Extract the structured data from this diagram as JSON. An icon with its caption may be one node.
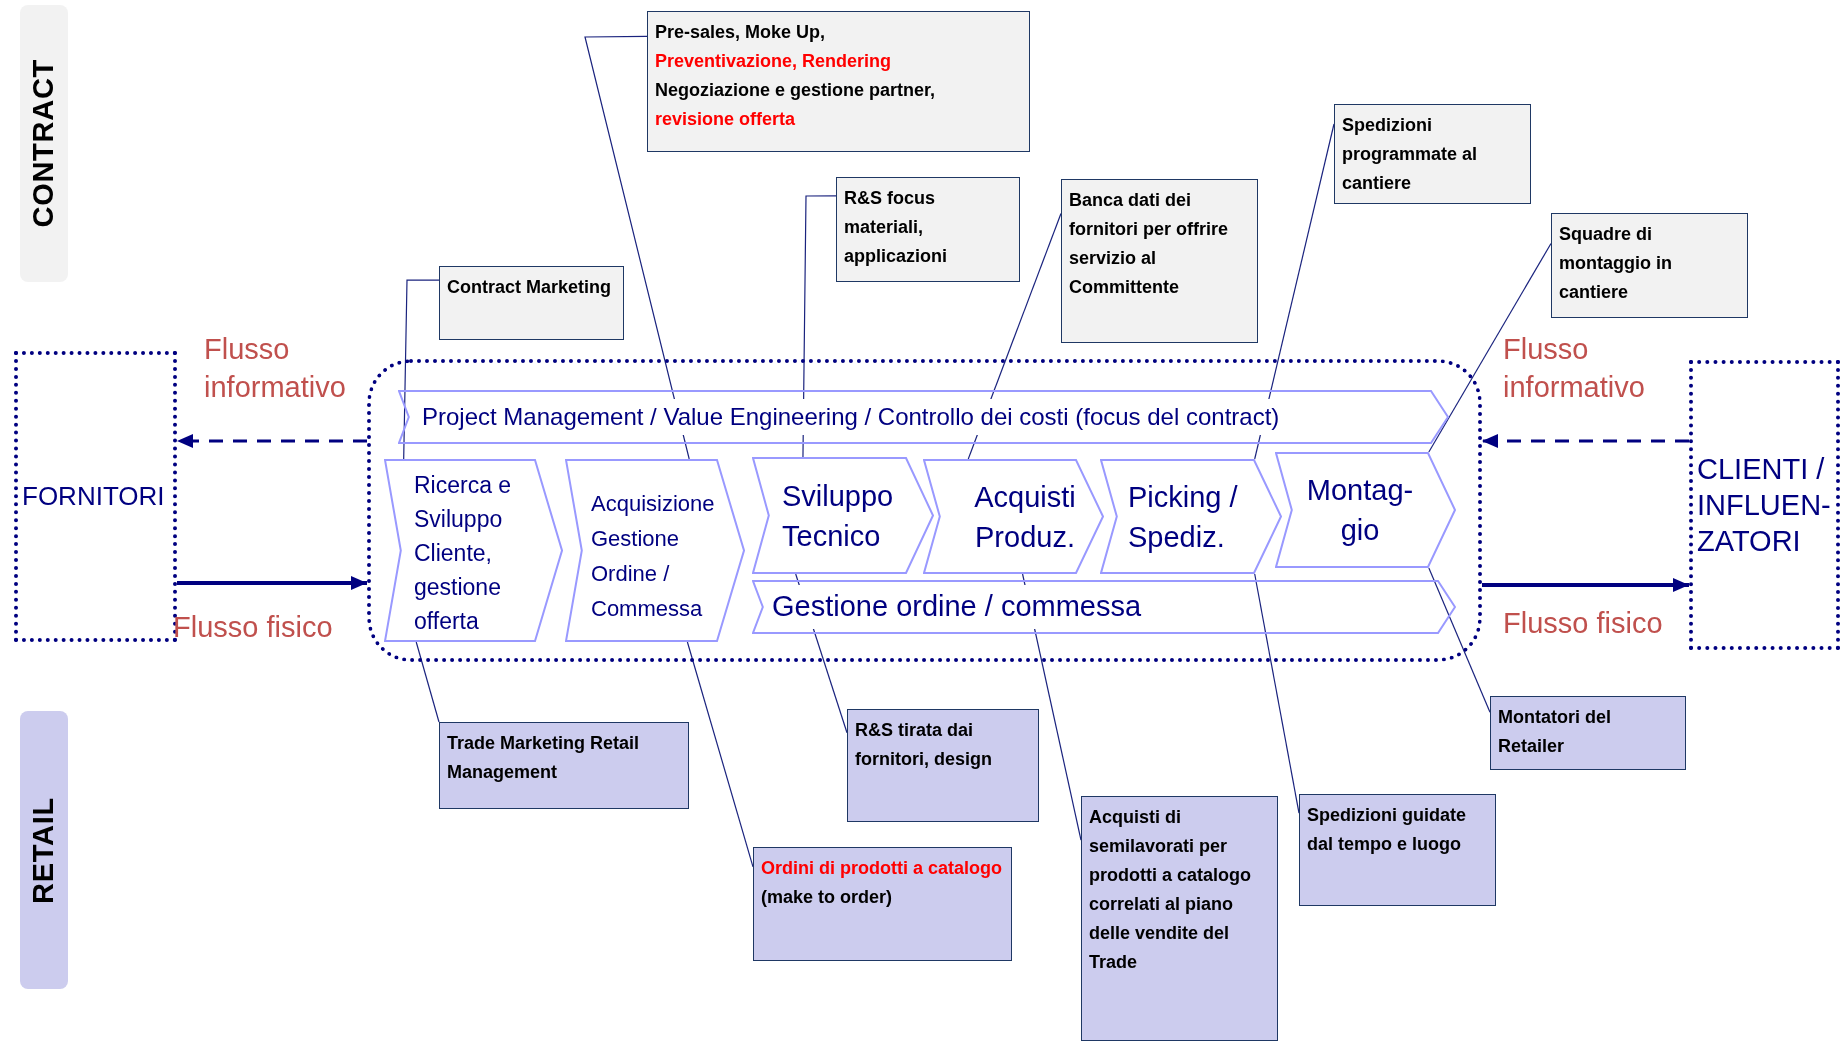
{
  "diagram": {
    "nodes": [
      {
        "text": [
          "CONTRACT"
        ]
      },
      {
        "text": [
          "RETAIL"
        ]
      },
      {
        "text": [
          "FORNITORI"
        ]
      },
      {
        "text": [
          "CLIENTI / INFLUEN- ZATORI"
        ]
      },
      {
        "text": [],
        "shape": "box"
      },
      {
        "text": [
          "Project Management / Value Engineering / Controllo dei costi (focus del contract)"
        ],
        "in": 4
      },
      {
        "text": [
          "Ricerca e Sviluppo Cliente, gestione offerta"
        ],
        "in": 4
      },
      {
        "text": [
          "Acquisizione Gestione Ordine / Commessa"
        ],
        "in": 4
      },
      {
        "text": [
          "Sviluppo Tecnico"
        ],
        "in": 4
      },
      {
        "text": [
          "Acquisti Produz."
        ],
        "in": 4
      },
      {
        "text": [
          "Picking / Spediz."
        ],
        "in": 4
      },
      {
        "text": [
          "Montag- gio"
        ],
        "in": 4
      },
      {
        "text": [
          "Gestione ordine / commessa"
        ],
        "in": 4
      },
      {
        "text": [
          "Contract Marketing"
        ]
      },
      {
        "text": [
          "Pre-sales, Moke Up,",
          "Preventivazione, Rendering",
          "Negoziazione e gestione partner,",
          "revisione offerta"
        ]
      },
      {
        "text": [
          "R&S focus materiali, applicazioni"
        ]
      },
      {
        "text": [
          "Banca dati dei fornitori per offrire servizio al Committente"
        ]
      },
      {
        "text": [
          "Spedizioni programmate al cantiere"
        ]
      },
      {
        "text": [
          "Squadre di montaggio in cantiere"
        ]
      },
      {
        "text": [
          "Trade Marketing Retail Management"
        ]
      },
      {
        "text": [
          "R&S tirata dai fornitori, design"
        ]
      },
      {
        "text": [
          "Ordini di prodotti a catalogo",
          "(make to order)"
        ]
      },
      {
        "text": [
          "Montatori del Retailer"
        ]
      },
      {
        "text": [
          "Acquisti di semilavorati per prodotti a catalogo correlati al piano delle vendite del Trade"
        ]
      },
      {
        "text": [
          "Spedizioni guidate dal tempo e luogo"
        ]
      }
    ],
    "edges": [
      {
        "from": 4,
        "to": 2,
        "arrow": "to",
        "style": "dashed"
      },
      {
        "from": 2,
        "to": 4,
        "arrow": "to",
        "style": "thick"
      },
      {
        "from": 3,
        "to": 4,
        "arrow": "to",
        "style": "dashed"
      },
      {
        "from": 4,
        "to": 3,
        "arrow": "to",
        "style": "thick"
      },
      {
        "from": 13,
        "to": 6,
        "arrow": "none"
      },
      {
        "from": 14,
        "to": 7,
        "arrow": "none"
      },
      {
        "from": 15,
        "to": 8,
        "arrow": "none"
      },
      {
        "from": 16,
        "to": 9,
        "arrow": "none"
      },
      {
        "from": 17,
        "to": 10,
        "arrow": "none"
      },
      {
        "from": 18,
        "to": 11,
        "arrow": "none"
      },
      {
        "from": 19,
        "to": 6,
        "arrow": "none"
      },
      {
        "from": 21,
        "to": 7,
        "arrow": "none"
      },
      {
        "from": 20,
        "to": 8,
        "arrow": "none"
      },
      {
        "from": 23,
        "to": 9,
        "arrow": "none"
      },
      {
        "from": 24,
        "to": 10,
        "arrow": "none"
      },
      {
        "from": 22,
        "to": 11,
        "arrow": "none"
      }
    ],
    "labels": [
      "Flusso informativo",
      "Flusso informativo",
      "Flusso fisico",
      "Flusso fisico"
    ]
  }
}
